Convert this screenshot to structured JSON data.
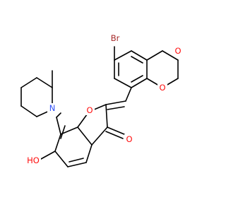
{
  "colors": {
    "bond": "#000000",
    "oxygen": "#ff0d0d",
    "nitrogen": "#3050f8",
    "bromine": "#a62929",
    "background": "#ffffff"
  },
  "atom_labels": {
    "br": "Br",
    "o_dioxane_upper": "O",
    "o_dioxane_lower": "O",
    "o_furan": "O",
    "o_ketone": "O",
    "o_hydroxyl": "HO",
    "n_piperidine": "N"
  }
}
